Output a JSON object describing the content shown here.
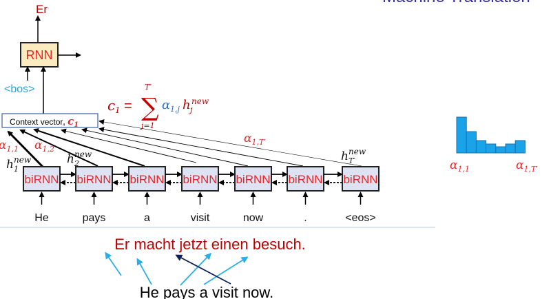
{
  "title": "Machine Translation",
  "decoder": {
    "output": "Er",
    "cell_label": "RNN",
    "input": "<bos>"
  },
  "context": {
    "label": "Context vector",
    "separator": ",",
    "symbol": "c",
    "sub": "1"
  },
  "formula": {
    "lhs": "c",
    "lhs_sub": "1",
    "eq": "=",
    "sum_top": "T′",
    "sum_bottom": "j=1",
    "alpha": "α",
    "alpha_sub": "1,j",
    "h": "h",
    "h_sub": "j",
    "h_sup": "new"
  },
  "alpha_labels": [
    {
      "base": "α",
      "sub": "1,1"
    },
    {
      "base": "α",
      "sub": "1,2"
    },
    {
      "base": "α",
      "sub": "1,T′"
    }
  ],
  "hidden_labels": [
    {
      "base": "h",
      "sub": "1",
      "sup": "new"
    },
    {
      "base": "h",
      "sub": "2",
      "sup": "new"
    },
    {
      "base": "h",
      "sub": "T′",
      "sup": "new"
    }
  ],
  "encoder": {
    "cell_label": "biRNN",
    "tokens": [
      "He",
      "pays",
      "a",
      "visit",
      "now",
      ".",
      "<eos>"
    ]
  },
  "translation": {
    "target": "Er macht jetzt einen besuch.",
    "source": "He pays a visit now."
  },
  "chart_data": {
    "type": "bar",
    "values": [
      52,
      31,
      18,
      13,
      9,
      13,
      18
    ],
    "labels": [
      {
        "base": "α",
        "sub": "1,1"
      },
      {
        "base": "α",
        "sub": "1,T′"
      }
    ],
    "color": "#1aa3e8"
  },
  "colors": {
    "red": "#e8262a",
    "dark_red": "#c00000",
    "blue": "#2f6fc8",
    "bos": "#29a3e0",
    "cell_fill": "#dde3f2",
    "rnn_fill": "#fdebc0",
    "title": "#3a2fa0",
    "arrow_light": "#29aee8",
    "arrow_dark": "#0d1f5c"
  }
}
